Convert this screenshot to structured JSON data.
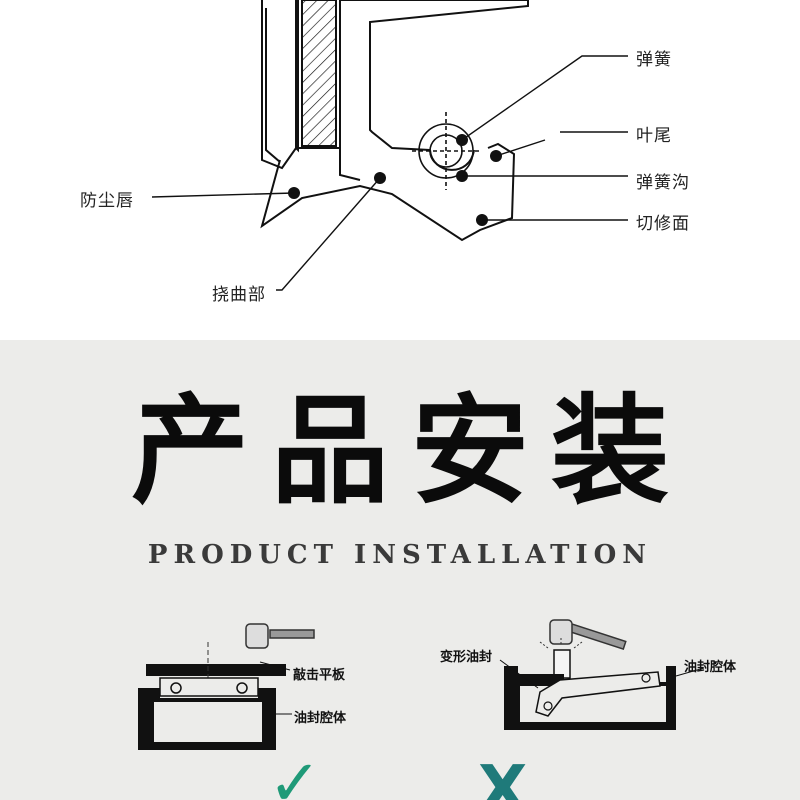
{
  "seal_diagram": {
    "labels": {
      "spring": "弹簧",
      "lip_tail": "叶尾",
      "spring_groove": "弹簧沟",
      "cut_face": "切修面",
      "dust_lip": "防尘唇",
      "flex_section": "挠曲部"
    }
  },
  "installation": {
    "title_cn": "产品安装",
    "title_en": "PRODUCT INSTALLATION"
  },
  "install_diagrams": {
    "correct": {
      "plate_label": "敲击平板",
      "housing_label": "油封腔体"
    },
    "incorrect": {
      "deformed_label": "变形油封",
      "housing_label": "油封腔体"
    }
  },
  "marks": {
    "correct_symbol": "✓",
    "incorrect_symbol": "X",
    "correct_color": "#1f9a78",
    "incorrect_color": "#1f7a7a"
  }
}
